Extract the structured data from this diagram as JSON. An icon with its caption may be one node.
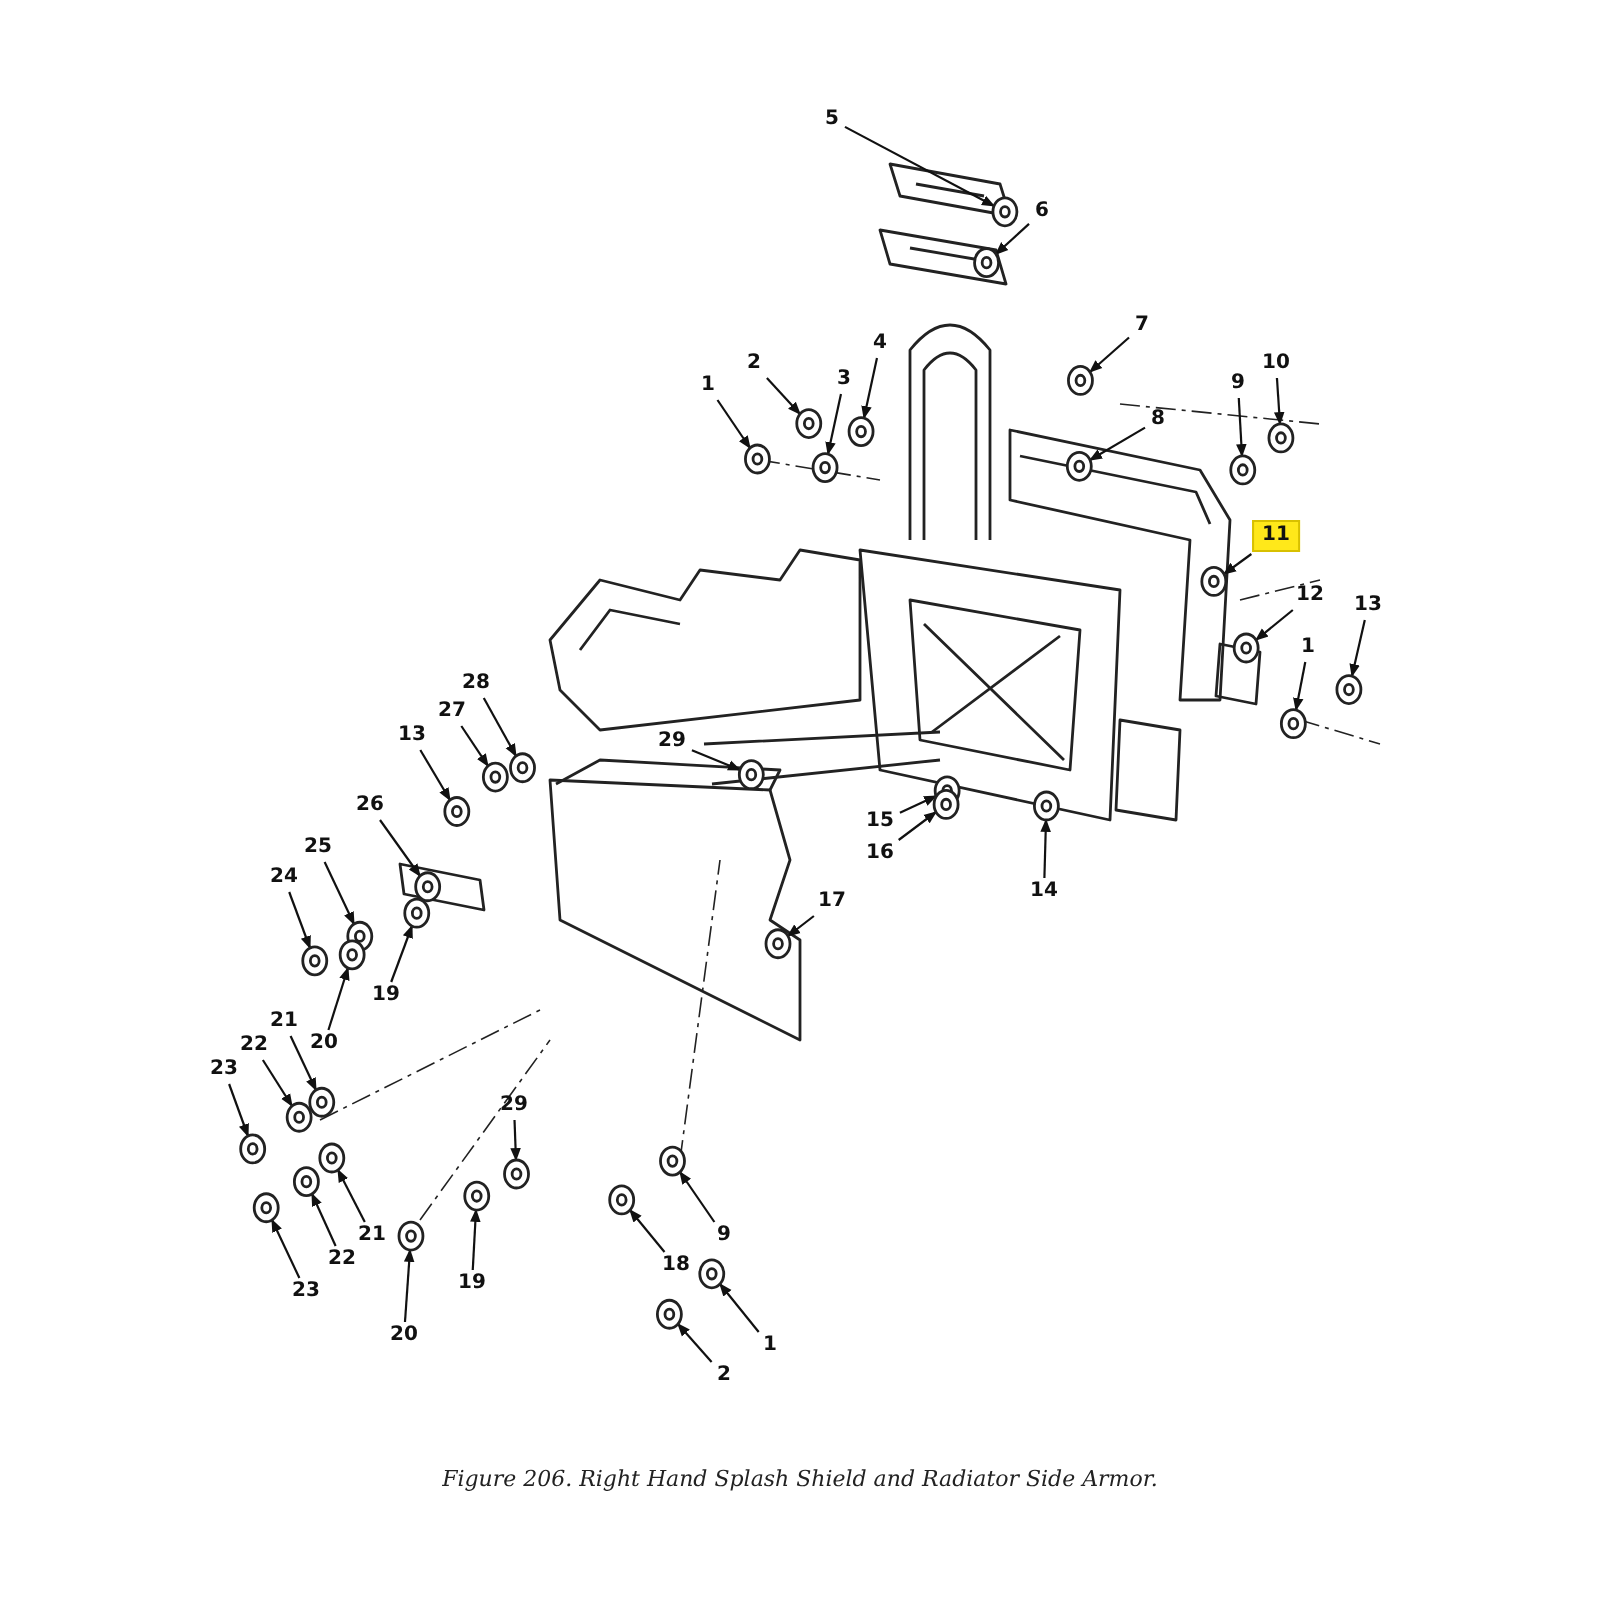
{
  "diagram": {
    "caption": "Figure 206.  Right Hand Splash Shield and Radiator Side Armor.",
    "nodes": [
      {
        "text": [
          "5"
        ]
      },
      {
        "text": [
          "6"
        ]
      },
      {
        "text": [
          "1"
        ]
      },
      {
        "text": [
          "2"
        ]
      },
      {
        "text": [
          "3"
        ]
      },
      {
        "text": [
          "4"
        ]
      },
      {
        "text": [
          "7"
        ]
      },
      {
        "text": [
          "8"
        ]
      },
      {
        "text": [
          "9"
        ]
      },
      {
        "text": [
          "10"
        ]
      },
      {
        "text": [
          "11"
        ]
      },
      {
        "text": [
          "12"
        ]
      },
      {
        "text": [
          "13"
        ]
      },
      {
        "text": [
          "1"
        ]
      },
      {
        "text": [
          "28"
        ]
      },
      {
        "text": [
          "27"
        ]
      },
      {
        "text": [
          "13"
        ]
      },
      {
        "text": [
          "29"
        ]
      },
      {
        "text": [
          "15"
        ]
      },
      {
        "text": [
          "16"
        ]
      },
      {
        "text": [
          "14"
        ]
      },
      {
        "text": [
          "17"
        ]
      },
      {
        "text": [
          "26"
        ]
      },
      {
        "text": [
          "25"
        ]
      },
      {
        "text": [
          "24"
        ]
      },
      {
        "text": [
          "19"
        ]
      },
      {
        "text": [
          "20"
        ]
      },
      {
        "text": [
          "21"
        ]
      },
      {
        "text": [
          "22"
        ]
      },
      {
        "text": [
          "23"
        ]
      },
      {
        "text": [
          "21"
        ]
      },
      {
        "text": [
          "22"
        ]
      },
      {
        "text": [
          "23"
        ]
      },
      {
        "text": [
          "29"
        ]
      },
      {
        "text": [
          "19"
        ]
      },
      {
        "text": [
          "20"
        ]
      },
      {
        "text": [
          "9"
        ]
      },
      {
        "text": [
          "18"
        ]
      },
      {
        "text": [
          "1"
        ]
      },
      {
        "text": [
          "2"
        ]
      },
      {
        "text": [],
        "shape": "circle"
      },
      {
        "text": [],
        "shape": "circle"
      },
      {
        "text": [],
        "shape": "circle"
      },
      {
        "text": [],
        "shape": "circle"
      },
      {
        "text": [],
        "shape": "circle"
      },
      {
        "text": [],
        "shape": "circle"
      },
      {
        "text": [],
        "shape": "circle"
      },
      {
        "text": [],
        "shape": "circle"
      },
      {
        "text": [],
        "shape": "circle"
      },
      {
        "text": [],
        "shape": "circle"
      },
      {
        "text": [],
        "shape": "circle"
      },
      {
        "text": [],
        "shape": "circle"
      },
      {
        "text": [],
        "shape": "circle"
      },
      {
        "text": [],
        "shape": "circle"
      },
      {
        "text": [],
        "shape": "circle"
      },
      {
        "text": [],
        "shape": "circle"
      },
      {
        "text": [],
        "shape": "circle"
      },
      {
        "text": [],
        "shape": "circle"
      },
      {
        "text": [],
        "shape": "circle"
      },
      {
        "text": [],
        "shape": "circle"
      },
      {
        "text": [],
        "shape": "circle"
      },
      {
        "text": [],
        "shape": "circle"
      },
      {
        "text": [],
        "shape": "circle"
      },
      {
        "text": [],
        "shape": "circle"
      },
      {
        "text": [],
        "shape": "circle"
      },
      {
        "text": [],
        "shape": "circle"
      },
      {
        "text": [],
        "shape": "circle"
      },
      {
        "text": [],
        "shape": "circle"
      },
      {
        "text": [],
        "shape": "circle"
      },
      {
        "text": [],
        "shape": "circle"
      },
      {
        "text": [],
        "shape": "circle"
      },
      {
        "text": [],
        "shape": "circle"
      },
      {
        "text": [],
        "shape": "circle"
      },
      {
        "text": [],
        "shape": "circle"
      },
      {
        "text": [],
        "shape": "circle"
      },
      {
        "text": [],
        "shape": "circle"
      },
      {
        "text": [],
        "shape": "circle"
      },
      {
        "text": [],
        "shape": "circle"
      },
      {
        "text": [],
        "shape": "circle"
      },
      {
        "text": [],
        "shape": "circle"
      }
    ],
    "edges": [
      {
        "from": 0,
        "to": 40,
        "arrow": "to"
      },
      {
        "from": 1,
        "to": 41,
        "arrow": "to"
      },
      {
        "from": 2,
        "to": 42,
        "arrow": "to"
      },
      {
        "from": 3,
        "to": 43,
        "arrow": "to"
      },
      {
        "from": 4,
        "to": 44,
        "arrow": "to"
      },
      {
        "from": 5,
        "to": 45,
        "arrow": "to"
      },
      {
        "from": 6,
        "to": 46,
        "arrow": "to"
      },
      {
        "from": 7,
        "to": 47,
        "arrow": "to"
      },
      {
        "from": 8,
        "to": 48,
        "arrow": "to"
      },
      {
        "from": 9,
        "to": 49,
        "arrow": "to"
      },
      {
        "from": 10,
        "to": 50,
        "arrow": "to"
      },
      {
        "from": 11,
        "to": 51,
        "arrow": "to"
      },
      {
        "from": 12,
        "to": 52,
        "arrow": "to"
      },
      {
        "from": 13,
        "to": 53,
        "arrow": "to"
      },
      {
        "from": 14,
        "to": 54,
        "arrow": "to"
      },
      {
        "from": 15,
        "to": 55,
        "arrow": "to"
      },
      {
        "from": 16,
        "to": 56,
        "arrow": "to"
      },
      {
        "from": 17,
        "to": 57,
        "arrow": "to"
      },
      {
        "from": 18,
        "to": 58,
        "arrow": "to"
      },
      {
        "from": 19,
        "to": 59,
        "arrow": "to"
      },
      {
        "from": 20,
        "to": 60,
        "arrow": "to"
      },
      {
        "from": 21,
        "to": 61,
        "arrow": "to"
      },
      {
        "from": 22,
        "to": 62,
        "arrow": "to"
      },
      {
        "from": 23,
        "to": 63,
        "arrow": "to"
      },
      {
        "from": 24,
        "to": 64,
        "arrow": "to"
      },
      {
        "from": 25,
        "to": 65,
        "arrow": "to"
      },
      {
        "from": 26,
        "to": 66,
        "arrow": "to"
      },
      {
        "from": 27,
        "to": 67,
        "arrow": "to"
      },
      {
        "from": 28,
        "to": 68,
        "arrow": "to"
      },
      {
        "from": 29,
        "to": 69,
        "arrow": "to"
      },
      {
        "from": 30,
        "to": 70,
        "arrow": "to"
      },
      {
        "from": 31,
        "to": 71,
        "arrow": "to"
      },
      {
        "from": 32,
        "to": 72,
        "arrow": "to"
      },
      {
        "from": 33,
        "to": 73,
        "arrow": "to"
      },
      {
        "from": 34,
        "to": 74,
        "arrow": "to"
      },
      {
        "from": 35,
        "to": 75,
        "arrow": "to"
      },
      {
        "from": 36,
        "to": 76,
        "arrow": "to"
      },
      {
        "from": 37,
        "to": 77,
        "arrow": "to"
      },
      {
        "from": 38,
        "to": 78,
        "arrow": "to"
      },
      {
        "from": 39,
        "to": 79,
        "arrow": "to"
      }
    ]
  }
}
